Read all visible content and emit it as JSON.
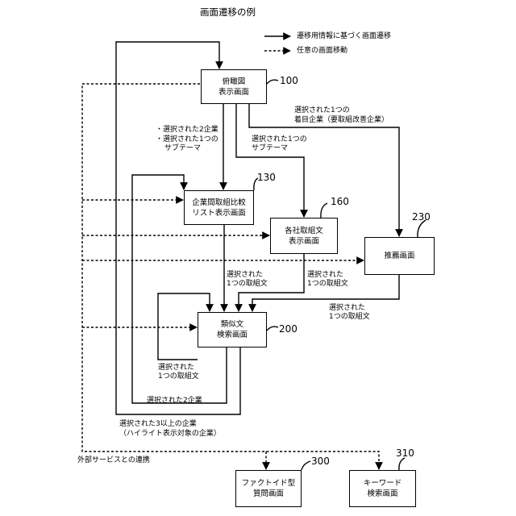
{
  "title": "画面遷移の例",
  "legend": {
    "solid": "遷移用情報に基づく画面遷移",
    "dashed": "任意の画面移動"
  },
  "nodes": {
    "overview": {
      "line1": "俯瞰図",
      "line2": "表示画面",
      "ref": "100"
    },
    "comparison": {
      "line1": "企業間取組比較",
      "line2": "リスト表示画面",
      "ref": "130"
    },
    "company_text": {
      "line1": "各社取組文",
      "line2": "表示画面",
      "ref": "160"
    },
    "recommend": {
      "line1": "推薦画面",
      "ref": "230"
    },
    "similar": {
      "line1": "類似文",
      "line2": "検索画面",
      "ref": "200"
    },
    "factoid": {
      "line1": "ファクトイド型",
      "line2": "質問画面",
      "ref": "300"
    },
    "keyword": {
      "line1": "キーワード",
      "line2": "検索画面",
      "ref": "310"
    }
  },
  "labels": {
    "a1": "選択された1つの",
    "a2": "着目企業（要取組改善企業）",
    "b1": "・選択された2企業",
    "b2": "・選択された1つの",
    "b3": "サブテーマ",
    "c1": "選択された1つの",
    "c2": "サブテーマ",
    "d1": "選択された",
    "d2": "1つの取組文",
    "e1": "選択された",
    "e2": "1つの取組文",
    "f1": "選択された",
    "f2": "1つの取組文",
    "g1": "選択された",
    "g2": "1つの取組文",
    "h1": "選択された2企業",
    "i1": "選択された3以上の企業",
    "i2": "（ハイライト表示対象の企業）",
    "external": "外部サービスとの連携"
  }
}
